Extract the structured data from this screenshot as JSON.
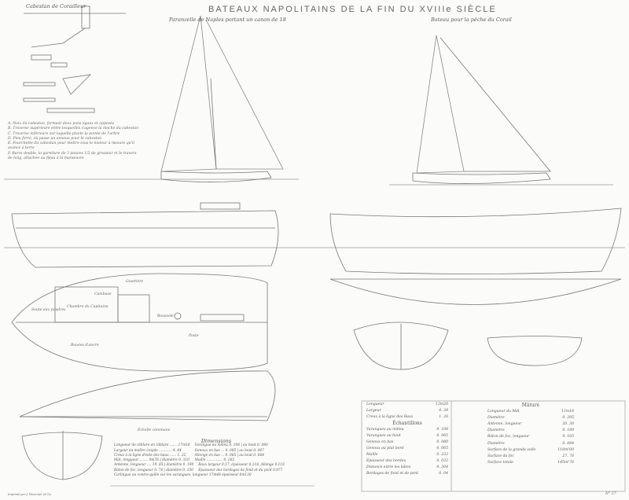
{
  "title": "BATEAUX NAPOLITAINS DE LA FIN DU XVIIIe SIÈCLE",
  "left_subtitle": "Paranzelle de Naples portant un canon de 18",
  "right_subtitle": "Bateau pour la pêche du Corail",
  "capstan_label": "Cabestan de Corailleur",
  "legend": [
    "A. Noix du cabestan, formant deux pans égaux et opposés",
    "B. Traverse supérieure entre lesquelles s'agence la moche du cabestan",
    "C. Traverse inférieure sur laquelle pivote la pointe de l'arbre",
    "D. Pieu ferré, où passe un anneau pour le cabestan",
    "E. Fourchette du cabestan pour mettre tous le moteur à mesure qu'il avance à terre",
    "F. Barre double, la garniture de 3 pouces 1/2 de grosseur et le travers de long, attachée au fléau à la manœuvre"
  ],
  "plan_labels": {
    "gouttiere": "Gouttière",
    "cambuse": "Cambuse",
    "chambre": "Chambre du Capitaine",
    "soute": "Soute aux poudres",
    "boussole": "Boussole",
    "poste": "Poste",
    "bouees": "Bouées d'ancre",
    "echelle": "Échelle commune",
    "sheet": "N° 27",
    "printer": "Imprimé par J. Tavernier et Cie"
  },
  "dimensions_left": {
    "heading": "Dimensions",
    "rows": [
      "Longueur de râblure en râblure ....... 17m16",
      "Largeur au maître couple ............ 4. 44",
      "Creux à la ligne droite des baux ...... 1. 22",
      "Mât, longueur ........ 9m76 | diamètre 0. 310",
      "Antenne, longueur .... 19. 85 | diamètre 0. 190",
      "Bâton de foc, longueur 9. 74 | diamètre 0. 150"
    ],
    "rows2": [
      "Varangue au milieu 0. 108 | au bout 0. 080",
      "Genoux en bas ... 0. 085 | au bout 0. 067",
      "Allonge en bas ... 0. 085 | au bout 0. 064",
      "Maille ............... 0. 262"
    ],
    "foot": [
      "Baux largeur 0.17, épaisseur 0.118, Allonge 0.118",
      "Épaisseur des bordages de fond et du pont 0.077",
      "Carlingue ou contre-quille sur les varangues, longueur 17m48 épaisseur 0m130"
    ]
  },
  "dimensions_right": {
    "main": [
      [
        "Longueur",
        "13m20"
      ],
      [
        "Largeur",
        "4. 38"
      ],
      [
        "Creux à la ligne des Baux",
        "1. 26"
      ]
    ],
    "echantillons_heading": "Échantillons",
    "echantillons": [
      [
        "Varangues au milieu",
        "0. 108"
      ],
      [
        "Varangues au bout",
        "0. 085"
      ],
      [
        "Genoux en bas",
        "0. 080"
      ],
      [
        "Genoux au plat bord",
        "0. 065"
      ],
      [
        "Maille",
        "0. 232"
      ],
      [
        "Épaisseur des bordes",
        "0. 032"
      ],
      [
        "Distance entre les bâtes",
        "0. 304"
      ],
      [
        "Bordages de fond et de pont",
        "0. 04"
      ]
    ],
    "mature_heading": "Mâture",
    "mature": [
      [
        "Longueur du Mât",
        "11m16"
      ],
      [
        "Diamètre",
        "0. 295"
      ],
      [
        "Antenne, longueur",
        "20. 30"
      ],
      [
        "Diamètre",
        "0. 189"
      ],
      [
        "Bâton de foc, longueur",
        "9. 165"
      ],
      [
        "Diamètre",
        "0. 084"
      ],
      [
        "Surface de la grande voile",
        "118m²00"
      ],
      [
        "Surface du foc",
        "27. 76"
      ],
      [
        "Surface totale",
        "145m²76"
      ]
    ]
  },
  "colors": {
    "ink": "#555555",
    "paper": "#fbfbfa"
  }
}
